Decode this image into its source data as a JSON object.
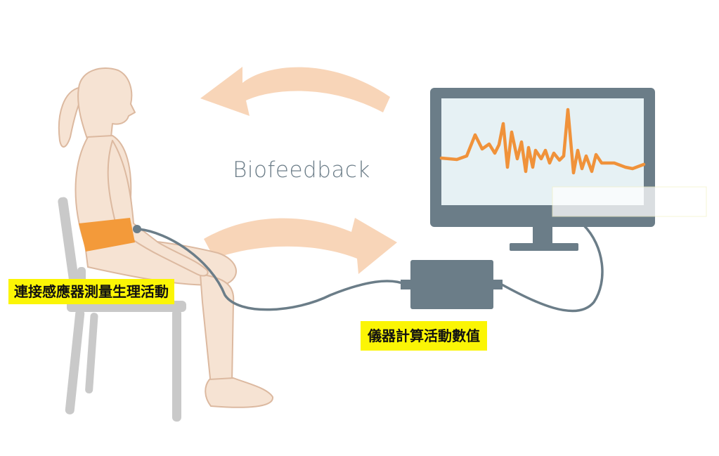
{
  "diagram": {
    "center_label": "Biofeedback",
    "sensor_callout": "連接感應器測量生理活動",
    "device_callout": "儀器計算活動數值"
  },
  "colors": {
    "skin": "#f6e3d3",
    "skin_outline": "#dcb9a0",
    "sensor_band": "#f39a3a",
    "arrow": "#f8d3b4",
    "monitor_frame": "#6b7d88",
    "screen": "#e6f1f4",
    "signal": "#f0923a",
    "chair": "#c9c9c9",
    "cable": "#6b7d88",
    "label_color": "#6d7e89",
    "callout_bg": "#fbf505"
  },
  "icons": [
    "person-seated-icon",
    "chair-icon",
    "monitor-icon",
    "signal-waveform-icon",
    "device-box-icon",
    "cable-icon",
    "feedback-arrow-icon"
  ]
}
